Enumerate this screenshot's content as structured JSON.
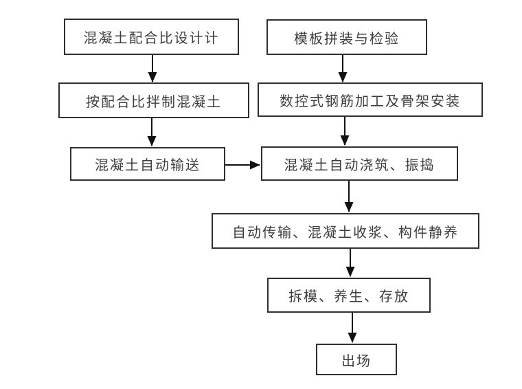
{
  "diagram": {
    "type": "flowchart",
    "language": "zh-CN",
    "colors": {
      "background": "#ffffff",
      "box_border": "#2f2f2f",
      "text": "#3d3d3d",
      "arrow": "#111111"
    },
    "nodes": [
      {
        "id": "concrete-mix-design",
        "label": "混凝土配合比设计计"
      },
      {
        "id": "formwork-assembly-inspection",
        "label": "模板拼装与检验"
      },
      {
        "id": "mix-concrete-per-ratio",
        "label": "按配合比拌制混凝土"
      },
      {
        "id": "cnc-rebar-processing-skeleton-install",
        "label": "数控式钢筋加工及骨架安装"
      },
      {
        "id": "concrete-auto-conveying",
        "label": "混凝土自动输送"
      },
      {
        "id": "concrete-auto-pouring-vibrating",
        "label": "混凝土自动浇筑、振捣"
      },
      {
        "id": "auto-transfer-finishing-static-curing",
        "label": "自动传输、混凝土收浆、构件静养"
      },
      {
        "id": "demold-curing-storage",
        "label": "拆模、养生、存放"
      },
      {
        "id": "leave-site",
        "label": "出场"
      }
    ],
    "edges": [
      {
        "from": "concrete-mix-design",
        "to": "mix-concrete-per-ratio"
      },
      {
        "from": "formwork-assembly-inspection",
        "to": "cnc-rebar-processing-skeleton-install"
      },
      {
        "from": "mix-concrete-per-ratio",
        "to": "concrete-auto-conveying"
      },
      {
        "from": "cnc-rebar-processing-skeleton-install",
        "to": "concrete-auto-pouring-vibrating"
      },
      {
        "from": "concrete-auto-conveying",
        "to": "concrete-auto-pouring-vibrating"
      },
      {
        "from": "concrete-auto-pouring-vibrating",
        "to": "auto-transfer-finishing-static-curing"
      },
      {
        "from": "auto-transfer-finishing-static-curing",
        "to": "demold-curing-storage"
      },
      {
        "from": "demold-curing-storage",
        "to": "leave-site"
      }
    ]
  }
}
